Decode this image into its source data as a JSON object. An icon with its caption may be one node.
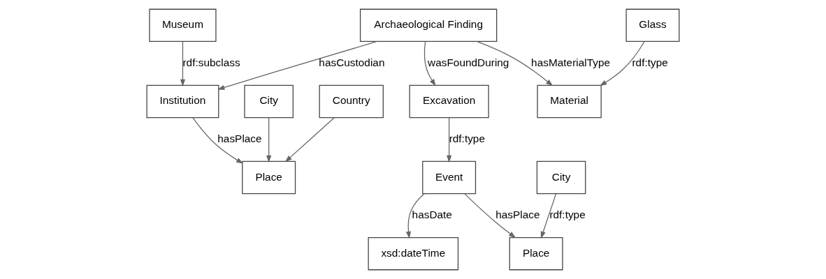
{
  "diagram": {
    "nodes": [
      {
        "text": [
          "Archaeological Finding"
        ]
      },
      {
        "text": [
          "xsd:dateTime"
        ]
      },
      {
        "text": [
          "Event"
        ]
      },
      {
        "text": [
          "Institution"
        ]
      },
      {
        "text": [
          "Place"
        ]
      },
      {
        "text": [
          "Place"
        ]
      },
      {
        "text": [
          "Museum"
        ]
      },
      {
        "text": [
          "Material"
        ]
      },
      {
        "text": [
          "Excavation"
        ]
      },
      {
        "text": [
          "City"
        ]
      },
      {
        "text": [
          "City"
        ]
      },
      {
        "text": [
          "Country"
        ]
      },
      {
        "text": [
          "Glass"
        ]
      }
    ],
    "edges": [
      {
        "from": 0,
        "to": 3,
        "arrow": "to",
        "label": "hasCustodian"
      },
      {
        "from": 0,
        "to": 7,
        "arrow": "to",
        "label": "hasMaterialType"
      },
      {
        "from": 0,
        "to": 8,
        "arrow": "to",
        "label": "wasFoundDuring"
      },
      {
        "from": 3,
        "to": 5,
        "arrow": "to",
        "label": "hasPlace"
      },
      {
        "from": 6,
        "to": 3,
        "arrow": "to",
        "label": "rdf:subclass"
      },
      {
        "from": 10,
        "to": 5,
        "arrow": "to"
      },
      {
        "from": 11,
        "to": 5,
        "arrow": "to"
      },
      {
        "from": 12,
        "to": 7,
        "arrow": "to",
        "label": "rdf:type"
      },
      {
        "from": 8,
        "to": 2,
        "arrow": "to",
        "label": "rdf:type"
      },
      {
        "from": 2,
        "to": 1,
        "arrow": "to",
        "label": "hasDate"
      },
      {
        "from": 2,
        "to": 4,
        "arrow": "to",
        "label": "hasPlace"
      },
      {
        "from": 9,
        "to": 4,
        "arrow": "to",
        "label": "rdf:type"
      }
    ]
  }
}
